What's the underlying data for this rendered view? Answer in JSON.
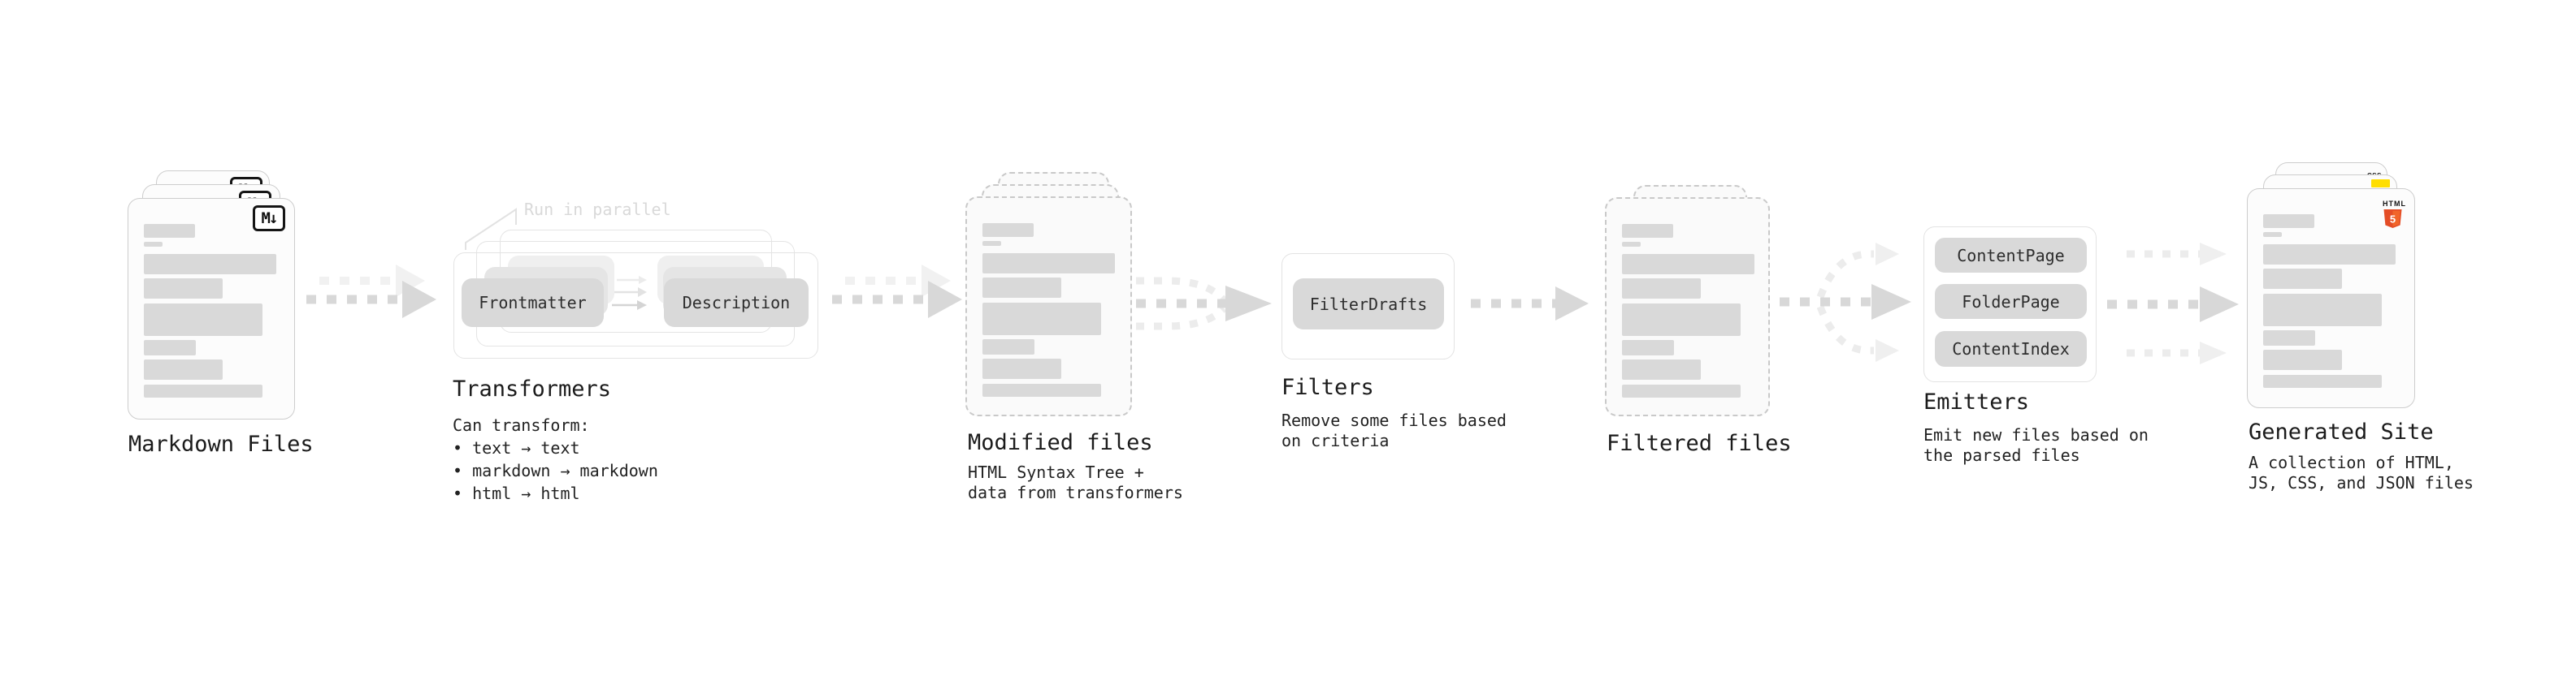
{
  "nodes": {
    "markdown": {
      "label": "Markdown Files"
    },
    "transformers": {
      "label": "Transformers",
      "annotation": "Run in parallel",
      "pill_left": "Frontmatter",
      "pill_right": "Description",
      "description": "Can transform:\n • text → text\n • markdown → markdown\n • html → html"
    },
    "modified": {
      "label": "Modified files",
      "description": "HTML Syntax Tree +\ndata from transformers"
    },
    "filters": {
      "label": "Filters",
      "pill": "FilterDrafts",
      "description": "Remove some files based\non criteria"
    },
    "filtered": {
      "label": "Filtered files"
    },
    "emitters": {
      "label": "Emitters",
      "pills": [
        "ContentPage",
        "FolderPage",
        "ContentIndex"
      ],
      "description": "Emit new files based on\nthe parsed files"
    },
    "generated": {
      "label": "Generated Site",
      "description": "A collection of HTML,\nJS, CSS, and JSON files"
    }
  },
  "icons": {
    "markdown_badge": "M↓",
    "html5_wordmark": "HTML",
    "html5_number": "5",
    "css_wordmark": "CSS"
  },
  "colors": {
    "html5_orange": "#e44d26",
    "html5_orange_light": "#f16529",
    "js_yellow": "#ffde00",
    "css_blue": "#2965f1",
    "pill_gray": "#d9d9d9",
    "arrow_gray": "#d8d8d8"
  }
}
